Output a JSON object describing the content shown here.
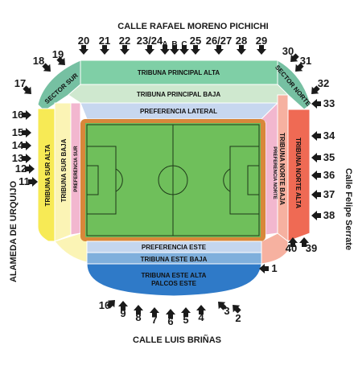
{
  "streets": {
    "north": "CALLE RAFAEL MORENO PICHICHI",
    "south": "CALLE LUIS BRIÑAS",
    "east": "Calle Felipe Serrate",
    "west": "ALAMEDA DE URQUIJO"
  },
  "sectors": {
    "tribuna_principal_alta": "TRIBUNA PRINCIPAL ALTA",
    "tribuna_principal_baja": "TRIBUNA PRINCIPAL BAJA",
    "preferencia_lateral": "PREFERENCIA LATERAL",
    "sector_sur": "SECTOR SUR",
    "sector_norte": "SECTOR NORTE",
    "tribuna_sur_alta": "TRIBUNA SUR ALTA",
    "tribuna_sur_baja": "TRIBUNA SUR BAJA",
    "preferencia_sur": "PREFERENCIA SUR",
    "preferencia_norte": "PREFERENCIA NORTE",
    "tribuna_norte_baja": "TRIBUNA NORTE BAJA",
    "tribuna_norte_alta": "TRIBUNA NORTE ALTA",
    "preferencia_este": "PREFERENCIA ESTE",
    "tribuna_este_baja": "TRIBUNA ESTE BAJA",
    "tribuna_este_alta_1": "TRIBUNA ESTE ALTA",
    "tribuna_este_alta_2": "PALCOS ESTE"
  },
  "gates": {
    "top": [
      "20",
      "21",
      "22",
      "23/24",
      "A",
      "B",
      "C",
      "25",
      "26/27",
      "28",
      "29"
    ],
    "left": [
      "18",
      "19",
      "17",
      "16",
      "15",
      "14",
      "13",
      "12",
      "11"
    ],
    "right": [
      "30",
      "31",
      "32",
      "33",
      "34",
      "35",
      "36",
      "37",
      "38",
      "39",
      "40",
      "1"
    ],
    "bottom": [
      "10",
      "9",
      "8",
      "7",
      "6",
      "5",
      "4",
      "3",
      "2"
    ]
  },
  "colors": {
    "principal_alta": "#7fcfa6",
    "principal_baja": "#cfe8cf",
    "preferencia_lateral": "#c7d7ef",
    "sector_corner": "#76c0a2",
    "sur_alta": "#f7ea55",
    "sur_baja": "#fbf4b5",
    "preferencia_sur": "#f2b7cf",
    "preferencia_norte": "#f2b7cf",
    "norte_baja": "#f6b1a0",
    "norte_alta": "#ef6a54",
    "este_preferencia": "#c4d6ee",
    "este_baja": "#7fafdc",
    "este_alta": "#2f7ac8",
    "pitch": "#6fbf5b",
    "pitch_border": "#d8873a"
  }
}
